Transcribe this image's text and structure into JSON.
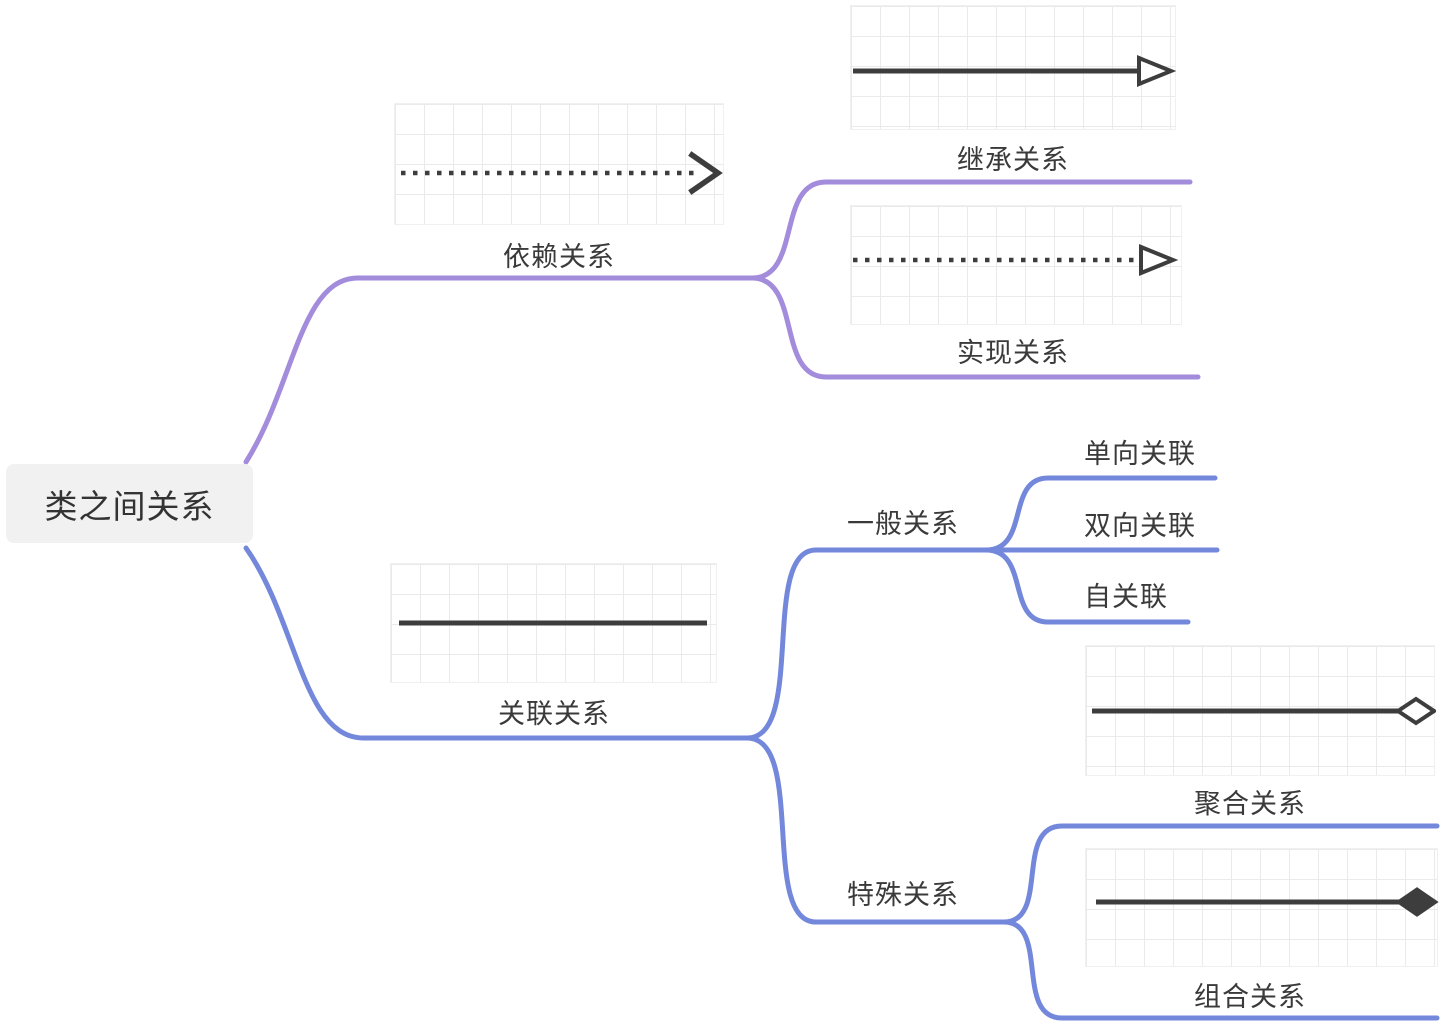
{
  "mindmap": {
    "root": {
      "label": "类之间关系"
    },
    "branches": [
      {
        "label": "依赖关系",
        "icon": "dotted-line-open-arrow",
        "children": [
          {
            "label": "继承关系",
            "icon": "solid-line-hollow-triangle-arrow"
          },
          {
            "label": "实现关系",
            "icon": "dotted-line-hollow-triangle-arrow"
          }
        ]
      },
      {
        "label": "关联关系",
        "icon": "solid-line",
        "children": [
          {
            "label": "一般关系",
            "children": [
              {
                "label": "单向关联"
              },
              {
                "label": "双向关联"
              },
              {
                "label": "自关联"
              }
            ]
          },
          {
            "label": "特殊关系",
            "children": [
              {
                "label": "聚合关系",
                "icon": "solid-line-hollow-diamond"
              },
              {
                "label": "组合关系",
                "icon": "solid-line-filled-diamond"
              }
            ]
          }
        ]
      }
    ]
  },
  "colors": {
    "purple": "#a28cdb",
    "blue": "#7387db",
    "ink": "#3d3d3d",
    "grid": "#eaeaea",
    "root-bg": "#f1f1f1",
    "text": "#3a3a3a"
  }
}
